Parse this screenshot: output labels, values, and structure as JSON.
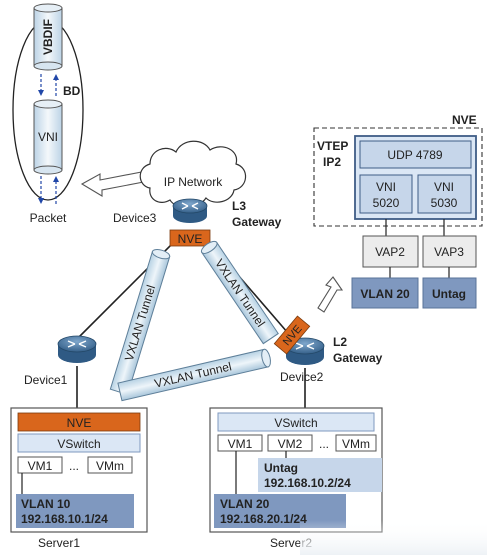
{
  "packet_stack": {
    "vbdif": "VBDIF",
    "bd": "BD",
    "vni": "VNI",
    "packet": "Packet"
  },
  "core": {
    "ip_network": "IP Network",
    "device3": "Device3",
    "l3_line1": "L3",
    "l3_line2": "Gateway",
    "nve": "NVE"
  },
  "tunnels": {
    "left": "VXLAN Tunnel",
    "right": "VXLAN Tunnel",
    "bottom": "VXLAN Tunnel"
  },
  "device1": {
    "label": "Device1"
  },
  "device2": {
    "label": "Device2",
    "nve": "NVE",
    "l2_line1": "L2",
    "l2_line2": "Gateway"
  },
  "nve_detail": {
    "title": "NVE",
    "vtep_line1": "VTEP",
    "vtep_line2": "IP2",
    "udp": "UDP 4789",
    "vni1_line1": "VNI",
    "vni1_line2": "5020",
    "vni2_line1": "VNI",
    "vni2_line2": "5030",
    "vap2": "VAP2",
    "vap3": "VAP3",
    "vlan20": "VLAN 20",
    "untag": "Untag"
  },
  "server1": {
    "label": "Server1",
    "nve": "NVE",
    "vswitch": "VSwitch",
    "vm1": "VM1",
    "dots": "...",
    "vmm": "VMm",
    "vlan_line1": "VLAN 10",
    "vlan_line2": "192.168.10.1/24"
  },
  "server2": {
    "label": "Server2",
    "vswitch": "VSwitch",
    "vm1": "VM1",
    "vm2": "VM2",
    "dots": "...",
    "vmm": "VMm",
    "untag_line1": "Untag",
    "untag_line2": "192.168.10.2/24",
    "vlan_line1": "VLAN 20",
    "vlan_line2": "192.168.20.1/24"
  },
  "colors": {
    "nve_orange": "#d9661c",
    "light_blue": "#dbe7f5",
    "mid_blue": "#c6d6ea",
    "dark_blue": "#7f98bf",
    "tunnel_blue": "#cfe2ef",
    "router_blue": "#3f6f9c"
  }
}
